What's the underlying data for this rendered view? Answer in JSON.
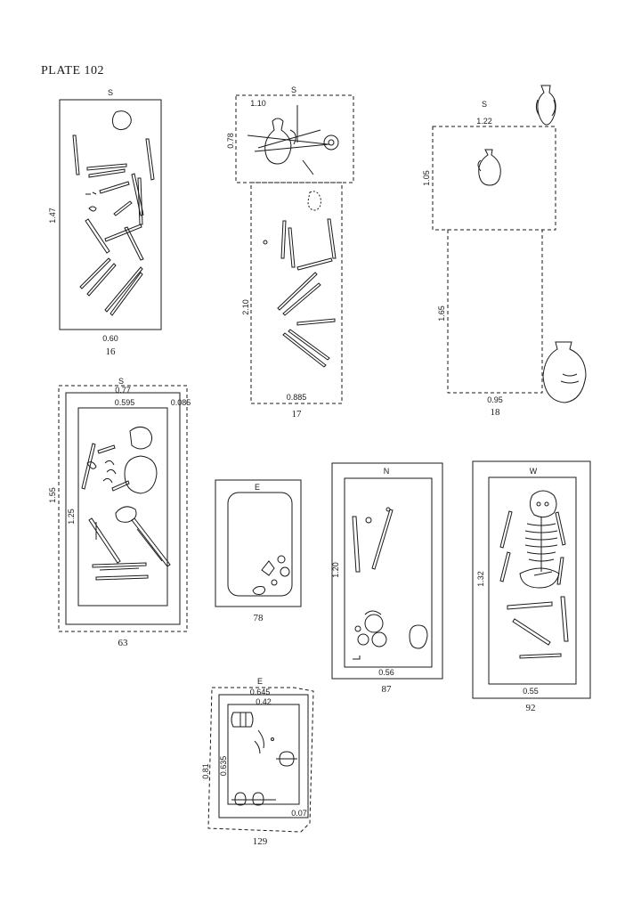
{
  "plate_title": "PLATE 102",
  "graves": [
    {
      "number": "16",
      "orientation": "S",
      "length": "1.47",
      "width": "0.60"
    },
    {
      "number": "17",
      "orientation": "S",
      "upper_length": "0.78",
      "upper_width": "1.10",
      "length": "2.10",
      "width": "0.885"
    },
    {
      "number": "18",
      "orientation": "S",
      "upper_width": "1.22",
      "upper_length": "1.05",
      "length": "1.65",
      "width": "0.95"
    },
    {
      "number": "63",
      "orientation": "S",
      "outer_width": "0.77",
      "inner_width": "0.595",
      "offset": "0.085",
      "outer_length": "1.55",
      "inner_length": "1.25"
    },
    {
      "number": "78",
      "orientation": "E"
    },
    {
      "number": "87",
      "orientation": "N",
      "length": "1.20",
      "width": "0.56"
    },
    {
      "number": "92",
      "orientation": "W",
      "length": "1.32",
      "width": "0.55"
    },
    {
      "number": "129",
      "orientation": "E",
      "outer_width": "0.645",
      "inner_width": "0.42",
      "outer_length": "0.81",
      "inner_length": "0.635",
      "offset": "0.07"
    }
  ]
}
